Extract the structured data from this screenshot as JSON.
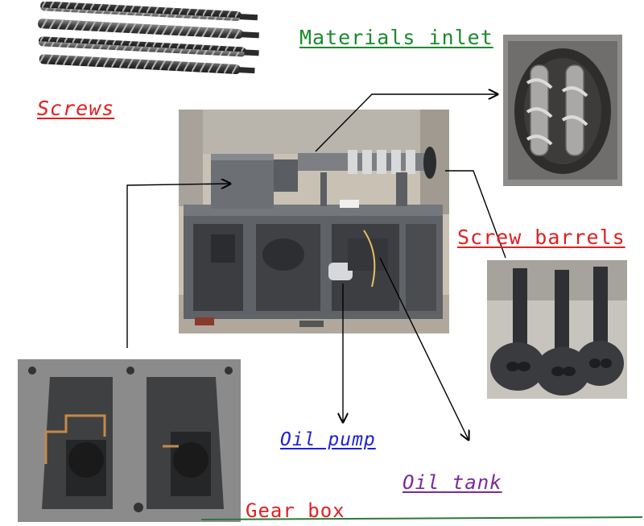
{
  "labels": {
    "screws": "Screws",
    "materials_inlet": "Materials inlet",
    "screw_barrels": "Screw barrels",
    "oil_pump": "Oil pump",
    "oil_tank": "Oil tank",
    "gear_box": "Gear box"
  },
  "colors": {
    "red_label": "#e02020",
    "green_label": "#1a8a2c",
    "blue_label": "#2020d8",
    "purple_label": "#7a2a9a",
    "machine_gray": "#6b6e72",
    "pointer_line": "#000000",
    "ground_line": "#2a7a3a"
  }
}
